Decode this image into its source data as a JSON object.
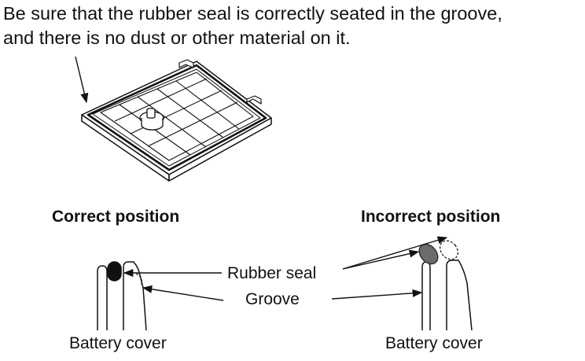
{
  "instruction": {
    "line1": "Be sure that the rubber seal is correctly seated in the groove,",
    "line2": "and there is no dust or other material on it."
  },
  "diagram": {
    "correct_heading": "Correct position",
    "incorrect_heading": "Incorrect position",
    "rubber_seal_label": "Rubber seal",
    "groove_label": "Groove",
    "battery_cover_label_left": "Battery cover",
    "battery_cover_label_right": "Battery cover"
  }
}
